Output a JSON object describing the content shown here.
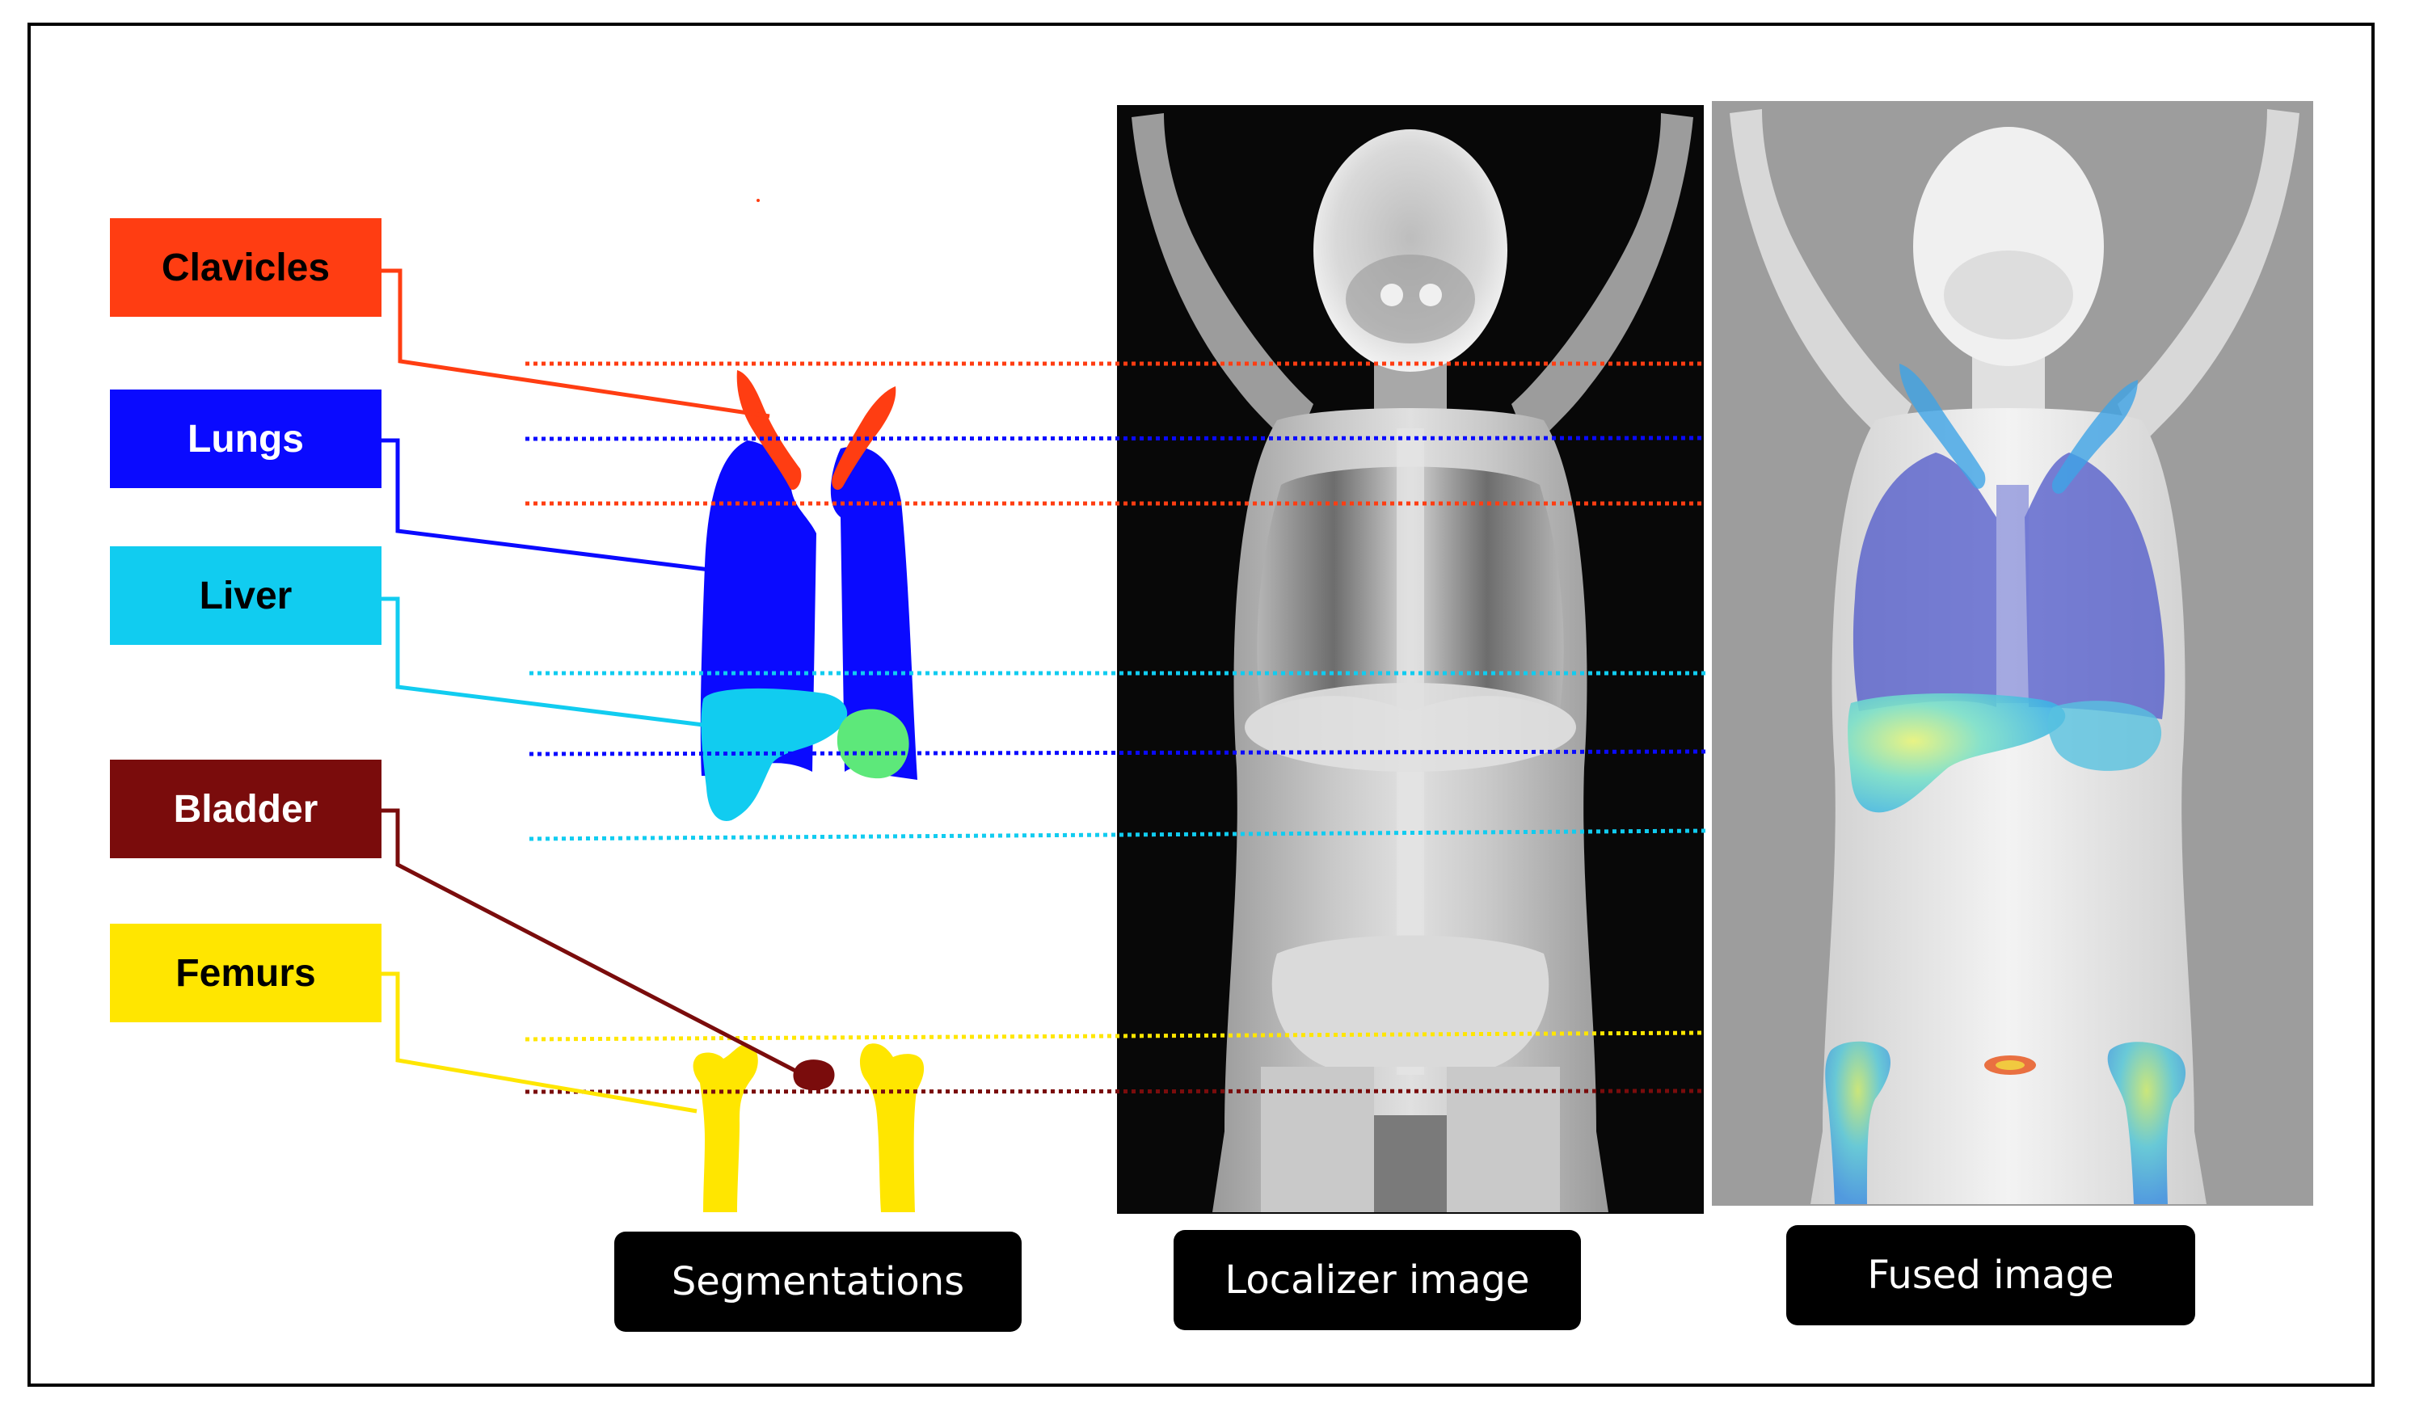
{
  "organs": [
    {
      "label": "Clavicles",
      "color": "#ff3d12",
      "text_color": "#000000"
    },
    {
      "label": "Lungs",
      "color": "#0a0aff",
      "text_color": "#ffffff"
    },
    {
      "label": "Liver",
      "color": "#11ccf0",
      "text_color": "#000000"
    },
    {
      "label": "Bladder",
      "color": "#7a0c0c",
      "text_color": "#ffffff"
    },
    {
      "label": "Femurs",
      "color": "#ffe600",
      "text_color": "#000000"
    }
  ],
  "extra_colors": {
    "stomach": "#5de87a"
  },
  "captions": {
    "segmentations": "Segmentations",
    "localizer": "Localizer image",
    "fused": "Fused image"
  }
}
